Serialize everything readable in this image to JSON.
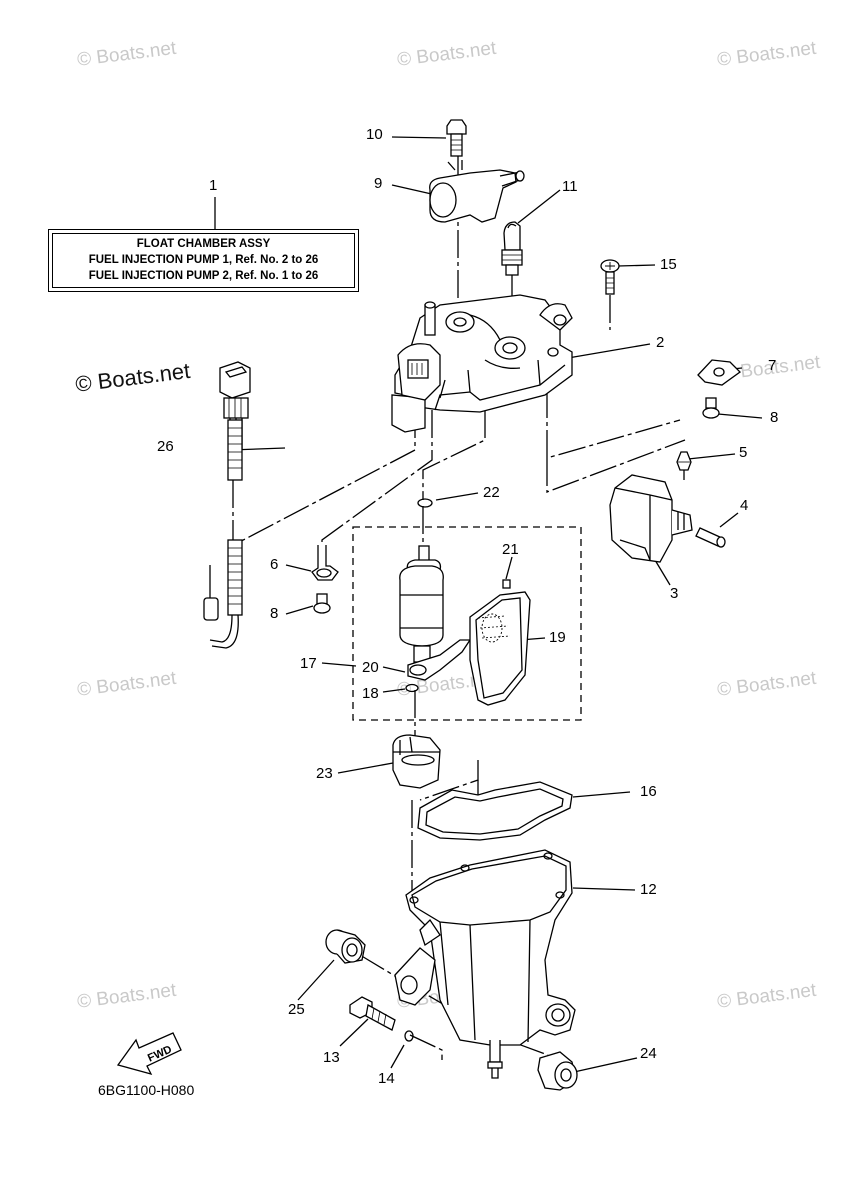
{
  "watermarks": {
    "text": "© Boats.net",
    "main_text": "© Boats.net"
  },
  "label_box": {
    "line1": "FLOAT CHAMBER ASSY",
    "line2": "FUEL INJECTION PUMP 1,   Ref. No. 2 to 26",
    "line3": "FUEL INJECTION PUMP 2,  Ref. No. 1 to 26"
  },
  "callouts": [
    "1",
    "2",
    "3",
    "4",
    "5",
    "6",
    "7",
    "8",
    "8",
    "9",
    "10",
    "11",
    "12",
    "13",
    "14",
    "15",
    "16",
    "17",
    "18",
    "19",
    "20",
    "21",
    "22",
    "23",
    "24",
    "25",
    "26"
  ],
  "fwd_label": "FWD",
  "part_code": "6BG1100-H080",
  "colors": {
    "line": "#000000",
    "watermark": "#c9c9c9",
    "background": "#ffffff"
  }
}
